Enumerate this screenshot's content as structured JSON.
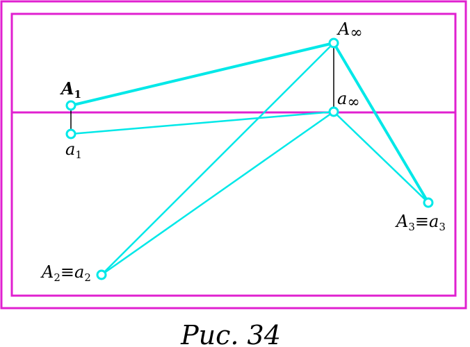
{
  "colors": {
    "frame": "#e020d0",
    "lines": "#00e8e8",
    "connector": "#000000",
    "background": "#ffffff"
  },
  "labels": {
    "A1_main": "A",
    "A1_sub": "1",
    "a1_main": "a",
    "a1_sub": "1",
    "Ainf_main": "A",
    "Ainf_sym": "∞",
    "ainf_main": "a",
    "ainf_sym": "∞",
    "A2_main": "A",
    "A2_sub": "2",
    "A2_eq": "≡",
    "a2_main": "a",
    "a2_sub": "2",
    "A3_main": "A",
    "A3_sub": "3",
    "A3_eq": "≡",
    "a3_main": "a",
    "a3_sub": "3"
  },
  "caption": "Рис. 34"
}
